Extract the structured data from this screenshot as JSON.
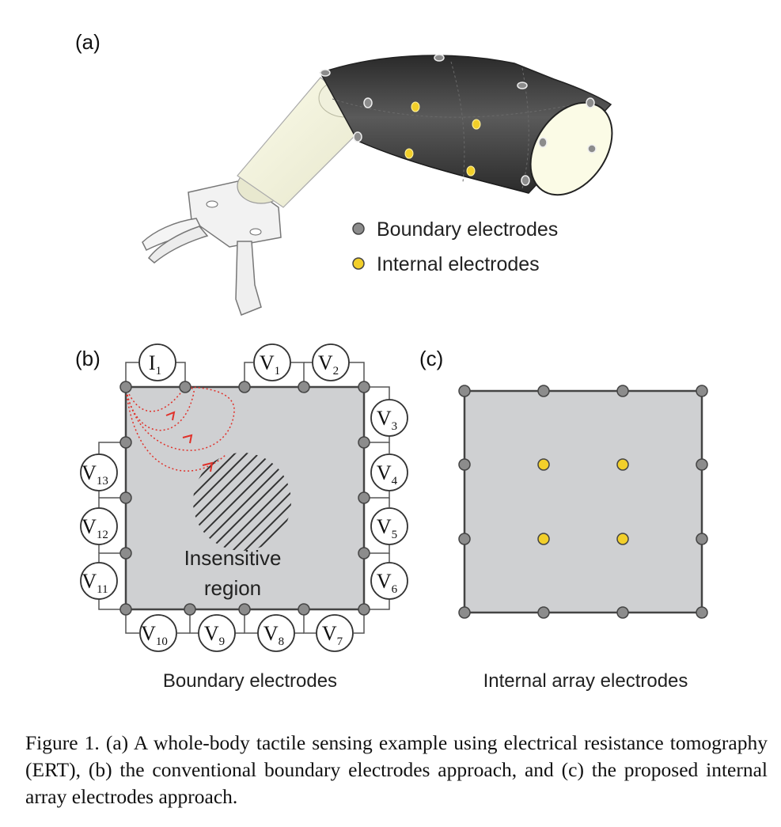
{
  "panels": {
    "a": {
      "label": "(a)"
    },
    "b": {
      "label": "(b)",
      "caption": "Boundary electrodes",
      "region_text_1": "Insensitive",
      "region_text_2": "region"
    },
    "c": {
      "label": "(c)",
      "caption": "Internal array electrodes"
    }
  },
  "legend": {
    "boundary": "Boundary electrodes",
    "internal": "Internal electrodes"
  },
  "meters": {
    "I1": {
      "main": "I",
      "sub": "1"
    },
    "V1": {
      "main": "V",
      "sub": "1"
    },
    "V2": {
      "main": "V",
      "sub": "2"
    },
    "V3": {
      "main": "V",
      "sub": "3"
    },
    "V4": {
      "main": "V",
      "sub": "4"
    },
    "V5": {
      "main": "V",
      "sub": "5"
    },
    "V6": {
      "main": "V",
      "sub": "6"
    },
    "V7": {
      "main": "V",
      "sub": "7"
    },
    "V8": {
      "main": "V",
      "sub": "8"
    },
    "V9": {
      "main": "V",
      "sub": "9"
    },
    "V10": {
      "main": "V",
      "sub": "10"
    },
    "V11": {
      "main": "V",
      "sub": "11"
    },
    "V12": {
      "main": "V",
      "sub": "12"
    },
    "V13": {
      "main": "V",
      "sub": "13"
    }
  },
  "figure_caption": "Figure 1.  (a) A whole-body tactile sensing example using electrical resistance tomography (ERT), (b) the conventional boundary electrodes approach, and (c) the proposed internal array electrodes approach.",
  "colors": {
    "boundary_electrode": "#8c8c8c",
    "internal_electrode": "#f2cf2a",
    "sensor_fill": "#cfd0d2",
    "current_path": "#e0312a"
  }
}
